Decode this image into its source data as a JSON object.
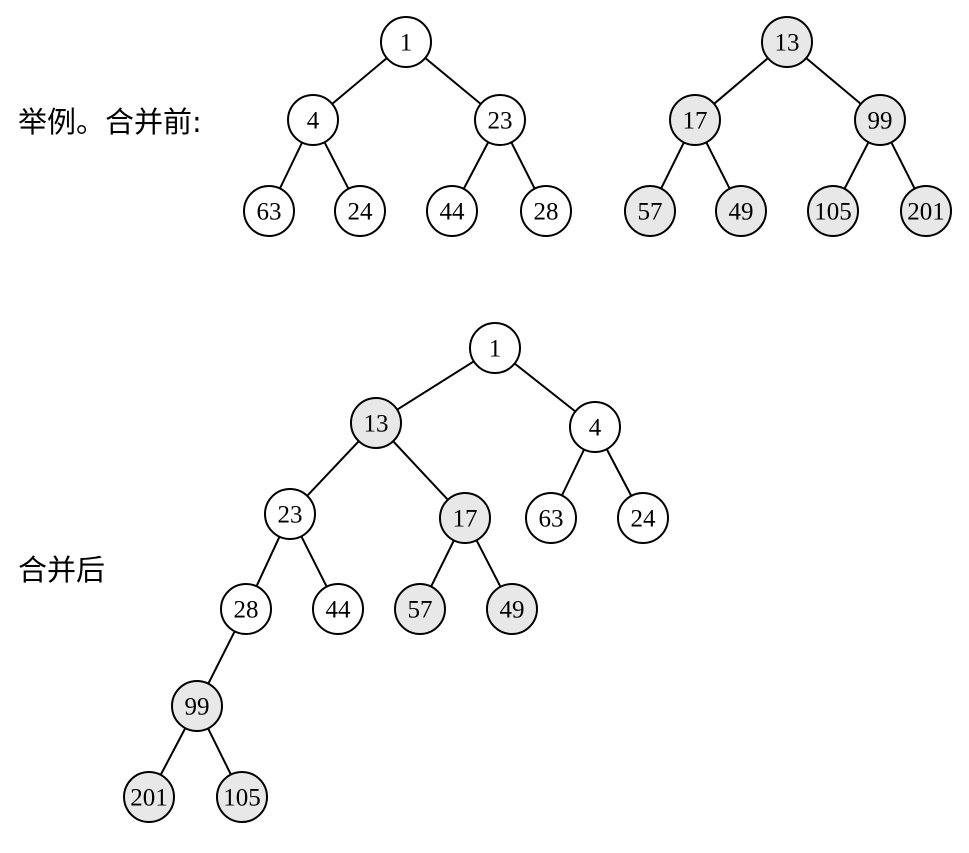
{
  "captions": {
    "before": "举例。合并前:",
    "after": "合并后"
  },
  "colors": {
    "node_default": "#ffffff",
    "node_highlight": "#e8e8e8",
    "stroke": "#000000"
  },
  "trees": [
    {
      "id": "before-left",
      "nodes": [
        {
          "id": "a1",
          "label": "1",
          "hl": false
        },
        {
          "id": "a4",
          "label": "4",
          "hl": false
        },
        {
          "id": "a23",
          "label": "23",
          "hl": false
        },
        {
          "id": "a63",
          "label": "63",
          "hl": false
        },
        {
          "id": "a24",
          "label": "24",
          "hl": false
        },
        {
          "id": "a44",
          "label": "44",
          "hl": false
        },
        {
          "id": "a28",
          "label": "28",
          "hl": false
        }
      ],
      "edges": [
        [
          "a1",
          "a4"
        ],
        [
          "a1",
          "a23"
        ],
        [
          "a4",
          "a63"
        ],
        [
          "a4",
          "a24"
        ],
        [
          "a23",
          "a44"
        ],
        [
          "a23",
          "a28"
        ]
      ]
    },
    {
      "id": "before-right",
      "nodes": [
        {
          "id": "b13",
          "label": "13",
          "hl": true
        },
        {
          "id": "b17",
          "label": "17",
          "hl": true
        },
        {
          "id": "b99",
          "label": "99",
          "hl": true
        },
        {
          "id": "b57",
          "label": "57",
          "hl": true
        },
        {
          "id": "b49",
          "label": "49",
          "hl": true
        },
        {
          "id": "b105",
          "label": "105",
          "hl": true
        },
        {
          "id": "b201",
          "label": "201",
          "hl": true
        }
      ],
      "edges": [
        [
          "b13",
          "b17"
        ],
        [
          "b13",
          "b99"
        ],
        [
          "b17",
          "b57"
        ],
        [
          "b17",
          "b49"
        ],
        [
          "b99",
          "b105"
        ],
        [
          "b99",
          "b201"
        ]
      ]
    },
    {
      "id": "after",
      "nodes": [
        {
          "id": "c1",
          "label": "1",
          "hl": false
        },
        {
          "id": "c13",
          "label": "13",
          "hl": true
        },
        {
          "id": "c4",
          "label": "4",
          "hl": false
        },
        {
          "id": "c23",
          "label": "23",
          "hl": false
        },
        {
          "id": "c17",
          "label": "17",
          "hl": true
        },
        {
          "id": "c63",
          "label": "63",
          "hl": false
        },
        {
          "id": "c24",
          "label": "24",
          "hl": false
        },
        {
          "id": "c28",
          "label": "28",
          "hl": false
        },
        {
          "id": "c44",
          "label": "44",
          "hl": false
        },
        {
          "id": "c57",
          "label": "57",
          "hl": true
        },
        {
          "id": "c49",
          "label": "49",
          "hl": true
        },
        {
          "id": "c99",
          "label": "99",
          "hl": true
        },
        {
          "id": "c201",
          "label": "201",
          "hl": true
        },
        {
          "id": "c105",
          "label": "105",
          "hl": true
        }
      ],
      "edges": [
        [
          "c1",
          "c13"
        ],
        [
          "c1",
          "c4"
        ],
        [
          "c13",
          "c23"
        ],
        [
          "c13",
          "c17"
        ],
        [
          "c4",
          "c63"
        ],
        [
          "c4",
          "c24"
        ],
        [
          "c23",
          "c28"
        ],
        [
          "c23",
          "c44"
        ],
        [
          "c17",
          "c57"
        ],
        [
          "c17",
          "c49"
        ],
        [
          "c28",
          "c99"
        ],
        [
          "c99",
          "c201"
        ],
        [
          "c99",
          "c105"
        ]
      ]
    }
  ]
}
